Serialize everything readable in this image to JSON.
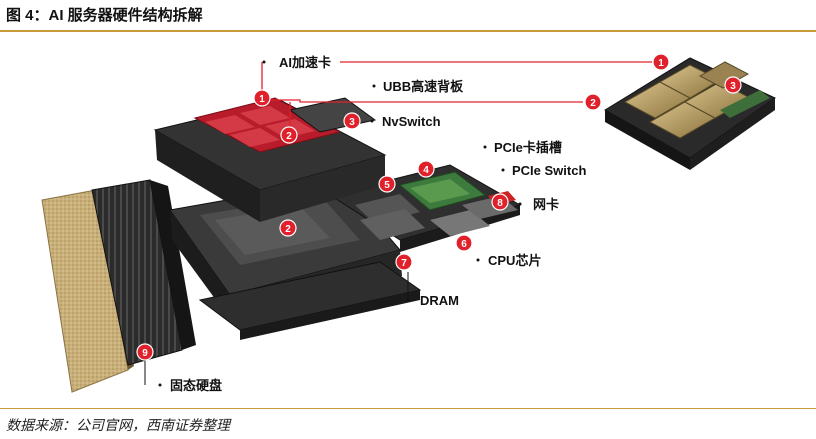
{
  "figure": {
    "title": "图 4：AI 服务器硬件结构拆解",
    "source": "数据来源：公司官网，西南证券整理"
  },
  "components": [
    {
      "num": "1",
      "label": "AI加速卡"
    },
    {
      "num": "2",
      "label": "UBB高速背板"
    },
    {
      "num": "3",
      "label": "NvSwitch"
    },
    {
      "num": "4",
      "label": "PCIe卡插槽"
    },
    {
      "num": "5",
      "label": "PCIe Switch"
    },
    {
      "num": "6",
      "label": "CPU芯片"
    },
    {
      "num": "7",
      "label": "DRAM"
    },
    {
      "num": "8",
      "label": "网卡"
    },
    {
      "num": "9",
      "label": "固态硬盘"
    }
  ],
  "colors": {
    "marker": "#e0202a",
    "rule": "#c79a3a",
    "chassis": "#2a2a2a",
    "board_red": "#b81c2a",
    "gold": "#b79a5a"
  }
}
